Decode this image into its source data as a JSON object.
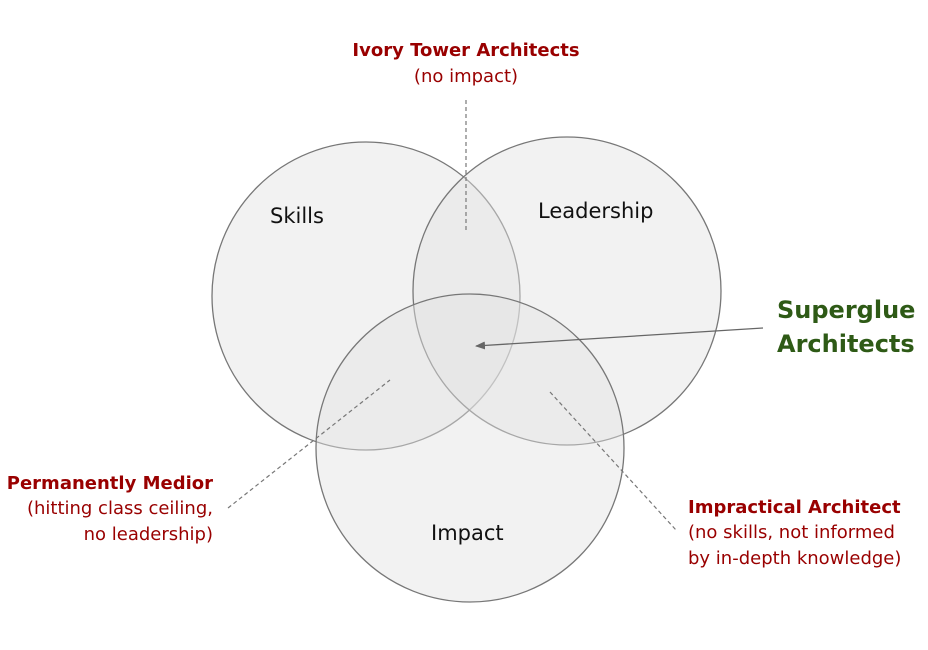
{
  "sets": {
    "skills": "Skills",
    "leadership": "Leadership",
    "impact": "Impact"
  },
  "annotations": {
    "ivory_tower": {
      "title": "Ivory Tower Architects",
      "subtitle": "(no impact)"
    },
    "superglue": {
      "line1": "Superglue",
      "line2": "Architects"
    },
    "permanently_medior": {
      "title": "Permanently Medior",
      "line1": "(hitting class ceiling,",
      "line2": "no leadership)"
    },
    "impractical": {
      "title": "Impractical Architect",
      "line1": "(no skills, not informed",
      "line2": "by in-depth knowledge)"
    }
  },
  "colors": {
    "circle_fill": "#f3f3f3",
    "circle_stroke": "#777777",
    "annotation_red": "#990000",
    "highlight_green": "#2e5a16"
  }
}
